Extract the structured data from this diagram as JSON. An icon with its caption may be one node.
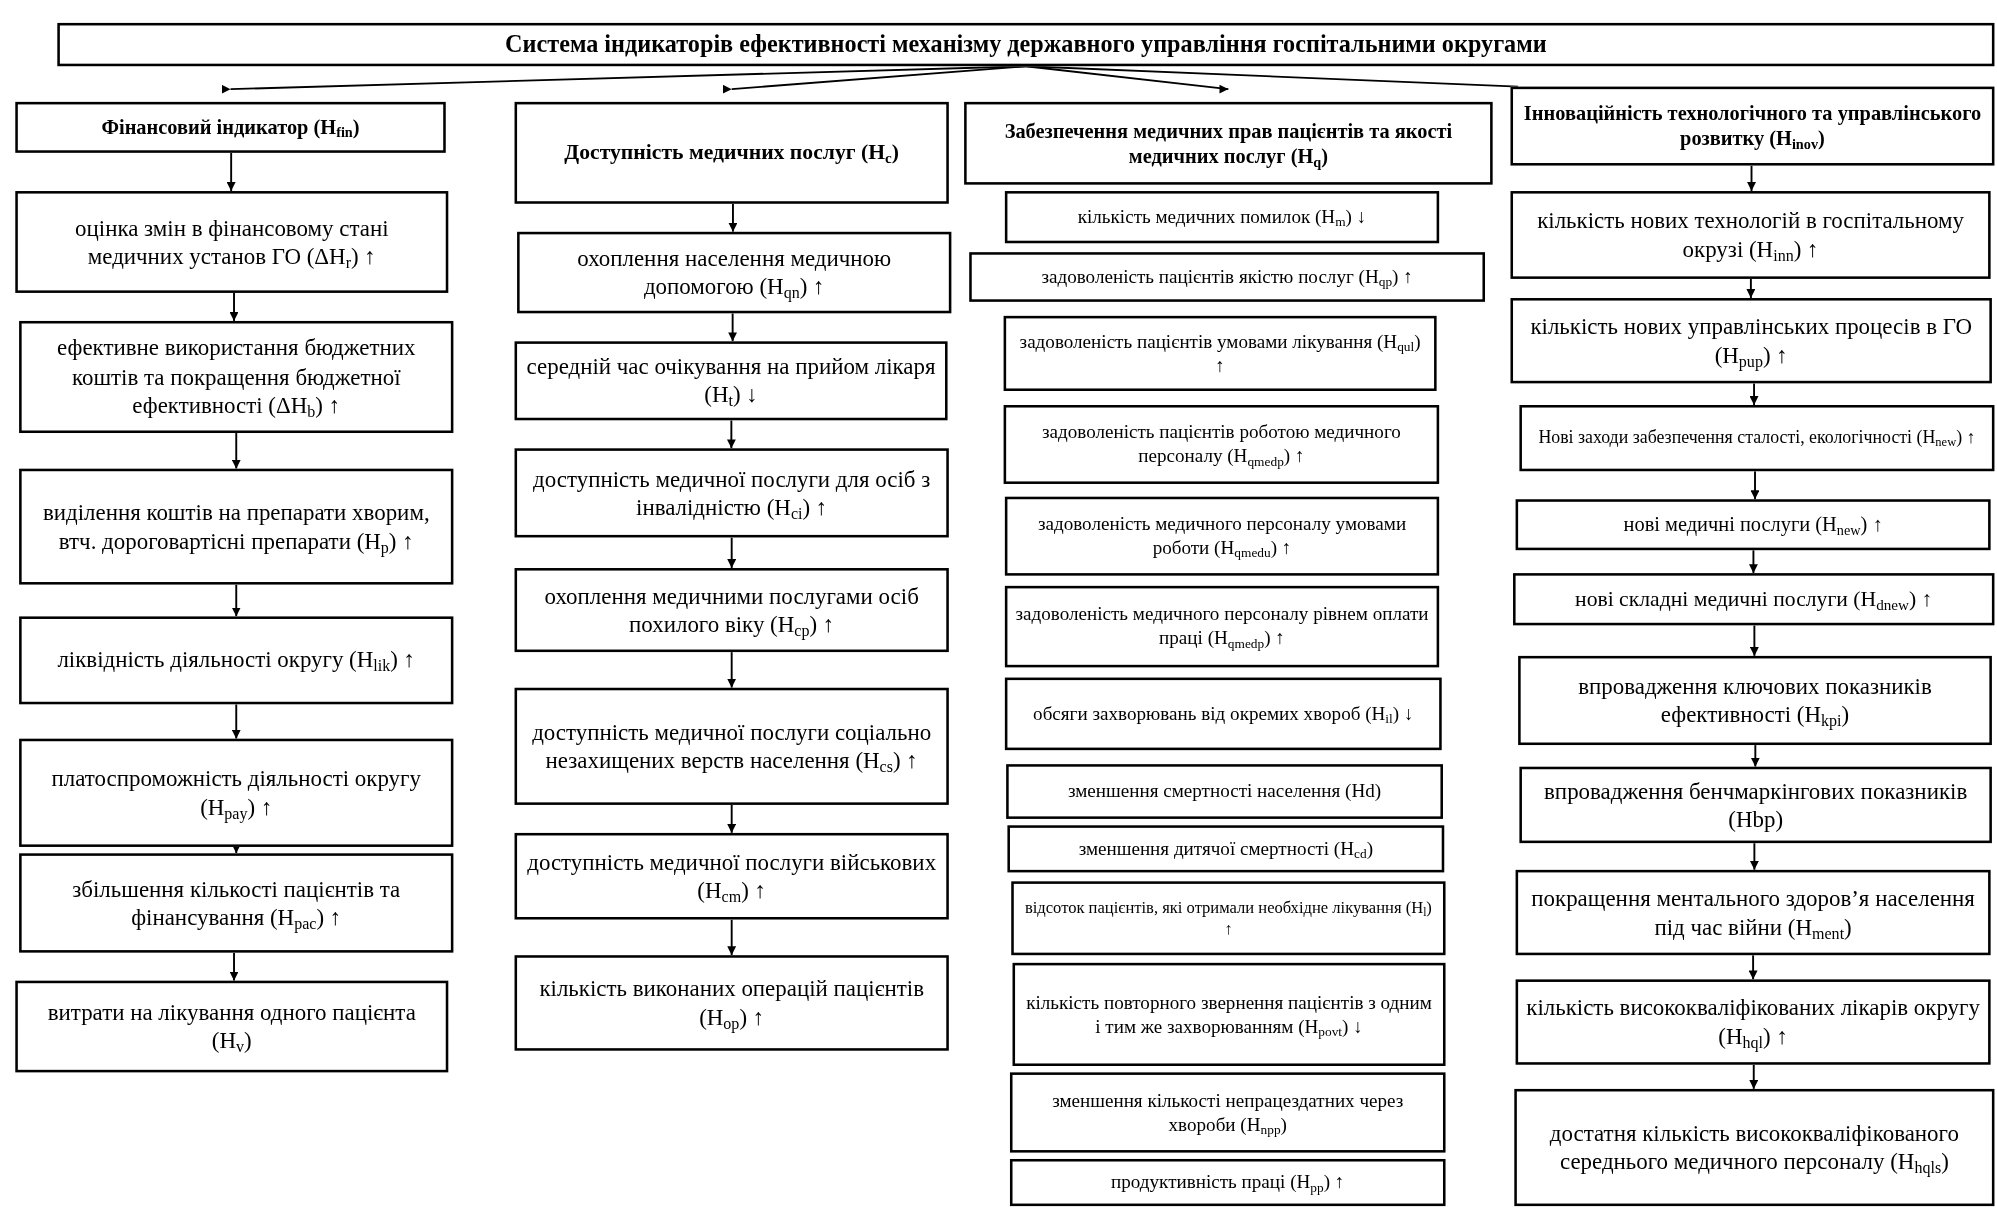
{
  "diagram": {
    "nodes": [
      {
        "text": [
          "Система індикаторів ефективності механізму державного управління госпітальними округами"
        ]
      },
      {
        "text": [
          "Фінансовий індикатор (H$_{fin}$)"
        ]
      },
      {
        "text": [
          "оцінка змін в фінансовому стані медичних установ ГО (ΔH$_{r}$) ↑"
        ]
      },
      {
        "text": [
          "ефективне використання бюджетних коштів та покращення бюджетної ефективності (ΔH$_{b}$) ↑"
        ]
      },
      {
        "text": [
          "виділення коштів на препарати хворим, втч. дороговартісні препарати (H$_{p}$) ↑"
        ]
      },
      {
        "text": [
          "ліквідність діяльності округу (H$_{lik}$) ↑"
        ]
      },
      {
        "text": [
          "платоспроможність діяльності округу (H$_{pay}$) ↑"
        ]
      },
      {
        "text": [
          "збільшення кількості пацієнтів та фінансування (H$_{pac}$) ↑"
        ]
      },
      {
        "text": [
          "витрати на лікування одного пацієнта (H$_{v}$)"
        ]
      },
      {
        "text": [
          "Доступність медичних послуг (H$_{c}$)"
        ]
      },
      {
        "text": [
          "охоплення населення медичною допомогою (H$_{qn}$) ↑"
        ]
      },
      {
        "text": [
          "середній час очікування на прийом лікаря (H$_{t}$) ↓"
        ]
      },
      {
        "text": [
          "доступність медичної послуги для осіб з інвалідністю (H$_{ci}$) ↑"
        ]
      },
      {
        "text": [
          "охоплення медичними послугами осіб похилого віку (H$_{cp}$) ↑"
        ]
      },
      {
        "text": [
          "доступність медичної послуги соціально незахищених верств населення (H$_{cs}$) ↑"
        ]
      },
      {
        "text": [
          "доступність медичної послуги військових (H$_{cm}$) ↑"
        ]
      },
      {
        "text": [
          "кількість виконаних операцій пацієнтів (H$_{op}$) ↑"
        ]
      },
      {
        "text": [
          "Забезпечення медичних прав пацієнтів та якості медичних послуг (H$_{q}$)"
        ]
      },
      {
        "text": [
          "кількість медичних помилок (H$_{m}$) ↓"
        ]
      },
      {
        "text": [
          "задоволеність пацієнтів якістю послуг (H$_{qp}$) ↑"
        ]
      },
      {
        "text": [
          "задоволеність пацієнтів умовами лікування (H$_{qul}$) ↑"
        ]
      },
      {
        "text": [
          "задоволеність пацієнтів роботою медичного персоналу (H$_{qmedp}$) ↑"
        ]
      },
      {
        "text": [
          "задоволеність медичного персоналу умовами роботи (H$_{qmedu}$) ↑"
        ]
      },
      {
        "text": [
          "задоволеність медичного персоналу рівнем оплати праці (H$_{qmedp}$) ↑"
        ]
      },
      {
        "text": [
          "обсяги захворювань від окремих хвороб (H$_{il}$) ↓"
        ]
      },
      {
        "text": [
          "зменшення смертності населення (Hd)"
        ]
      },
      {
        "text": [
          "зменшення дитячої смертності (H$_{cd}$)"
        ]
      },
      {
        "text": [
          "відсоток пацієнтів, які отримали необхідне лікування (H$_{l}$) ↑"
        ]
      },
      {
        "text": [
          "кількість повторного звернення пацієнтів з одним і тим же захворюванням (H$_{povt}$) ↓"
        ]
      },
      {
        "text": [
          "зменшення кількості непрацездатних через хвороби (H$_{npp}$)"
        ]
      },
      {
        "text": [
          "продуктивність праці (H$_{pp}$) ↑"
        ]
      },
      {
        "text": [
          "Інноваційність технологічного та управлінського розвитку (H$_{inov}$)"
        ]
      },
      {
        "text": [
          "кількість нових технологій в госпітальному окрузі (H$_{inn}$) ↑"
        ]
      },
      {
        "text": [
          "кількість нових управлінських процесів в ГО (H$_{pup}$) ↑"
        ]
      },
      {
        "text": [
          "Нові заходи забезпечення сталості, екологічності (H$_{new}$) ↑"
        ]
      },
      {
        "text": [
          "нові медичні послуги (H$_{new}$) ↑"
        ]
      },
      {
        "text": [
          "нові складні медичні послуги (H$_{dnew}$) ↑"
        ]
      },
      {
        "text": [
          "впровадження ключових показників ефективності (H$_{kpi}$)"
        ]
      },
      {
        "text": [
          "впровадження бенчмаркінгових показників (Hbp)"
        ]
      },
      {
        "text": [
          "покращення ментального здоров’я населення під час війни (H$_{ment}$)"
        ]
      },
      {
        "text": [
          "кількість висококваліфікованих лікарів округу (H$_{hql}$) ↑"
        ]
      },
      {
        "text": [
          "достатня кількість висококваліфікованого середнього медичного персоналу (H$_{hqls}$)"
        ]
      }
    ],
    "edges": [
      {
        "from": 0,
        "to": 1,
        "arrow": "to"
      },
      {
        "from": 0,
        "to": 9,
        "arrow": "to"
      },
      {
        "from": 0,
        "to": 17,
        "arrow": "to"
      },
      {
        "from": 0,
        "to": 31,
        "arrow": "none"
      },
      {
        "from": 1,
        "to": 2,
        "arrow": "to"
      },
      {
        "from": 2,
        "to": 3,
        "arrow": "to"
      },
      {
        "from": 3,
        "to": 4,
        "arrow": "to"
      },
      {
        "from": 4,
        "to": 5,
        "arrow": "to"
      },
      {
        "from": 5,
        "to": 6,
        "arrow": "to"
      },
      {
        "from": 6,
        "to": 7,
        "arrow": "to"
      },
      {
        "from": 7,
        "to": 8,
        "arrow": "to"
      },
      {
        "from": 9,
        "to": 10,
        "arrow": "to"
      },
      {
        "from": 10,
        "to": 11,
        "arrow": "to"
      },
      {
        "from": 11,
        "to": 12,
        "arrow": "to"
      },
      {
        "from": 12,
        "to": 13,
        "arrow": "to"
      },
      {
        "from": 13,
        "to": 14,
        "arrow": "to"
      },
      {
        "from": 14,
        "to": 15,
        "arrow": "to"
      },
      {
        "from": 15,
        "to": 16,
        "arrow": "to"
      },
      {
        "from": 31,
        "to": 32,
        "arrow": "to"
      },
      {
        "from": 32,
        "to": 33,
        "arrow": "to"
      },
      {
        "from": 33,
        "to": 34,
        "arrow": "to"
      },
      {
        "from": 34,
        "to": 35,
        "arrow": "to"
      },
      {
        "from": 35,
        "to": 36,
        "arrow": "to"
      },
      {
        "from": 36,
        "to": 37,
        "arrow": "to"
      },
      {
        "from": 37,
        "to": 38,
        "arrow": "to"
      },
      {
        "from": 38,
        "to": 39,
        "arrow": "to"
      },
      {
        "from": 39,
        "to": 40,
        "arrow": "to"
      },
      {
        "from": 40,
        "to": 41,
        "arrow": "to"
      }
    ]
  }
}
